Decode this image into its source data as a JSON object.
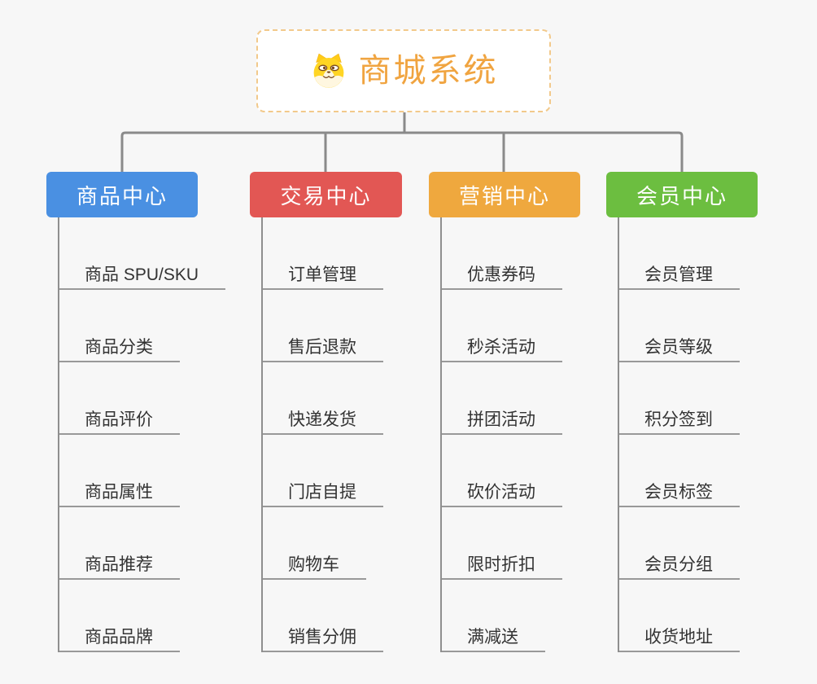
{
  "app": {
    "type": "mind-map",
    "background_color": "#f7f7f7",
    "connector_color": "#8a8a8a",
    "underline_color": "#999999",
    "leaf_text_color": "#333333"
  },
  "root": {
    "label": "商城系统",
    "icon": "shiba-dog-icon",
    "text_color": "#f0a440",
    "border_color": "#f2c98b"
  },
  "branches": [
    {
      "label": "商品中心",
      "color": "#4a90e2",
      "children": [
        "商品 SPU/SKU",
        "商品分类",
        "商品评价",
        "商品属性",
        "商品推荐",
        "商品品牌"
      ]
    },
    {
      "label": "交易中心",
      "color": "#e25754",
      "children": [
        "订单管理",
        "售后退款",
        "快递发货",
        "门店自提",
        "购物车",
        "销售分佣"
      ]
    },
    {
      "label": "营销中心",
      "color": "#efa83e",
      "children": [
        "优惠券码",
        "秒杀活动",
        "拼团活动",
        "砍价活动",
        "限时折扣",
        "满减送"
      ]
    },
    {
      "label": "会员中心",
      "color": "#6cbe40",
      "children": [
        "会员管理",
        "会员等级",
        "积分签到",
        "会员标签",
        "会员分组",
        "收货地址"
      ]
    }
  ]
}
